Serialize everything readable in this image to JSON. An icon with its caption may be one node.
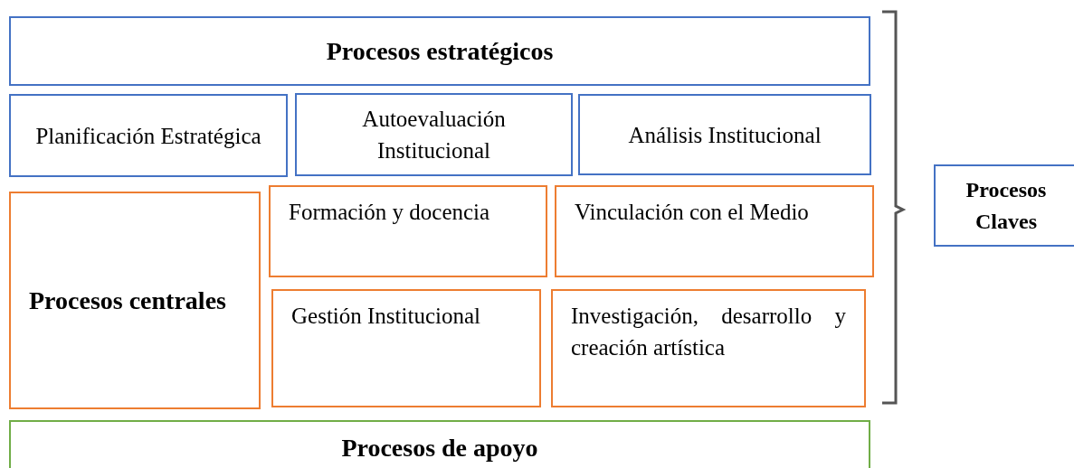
{
  "diagram": {
    "nodes": [
      {
        "text": [
          "Procesos estratégicos"
        ]
      },
      {
        "text": [
          "Planificación Estratégica"
        ]
      },
      {
        "text": [
          "Autoevaluación Institucional"
        ]
      },
      {
        "text": [
          "Análisis Institucional"
        ]
      },
      {
        "text": [
          "Procesos centrales"
        ]
      },
      {
        "text": [
          "Formación y docencia"
        ]
      },
      {
        "text": [
          "Vinculación con el Medio"
        ]
      },
      {
        "text": [
          "Gestión Institucional"
        ]
      },
      {
        "text": [
          "Investigación, desarrollo y creación artística"
        ]
      },
      {
        "text": [
          "Procesos de apoyo"
        ]
      },
      {
        "text": [
          "Procesos Claves"
        ]
      }
    ]
  }
}
